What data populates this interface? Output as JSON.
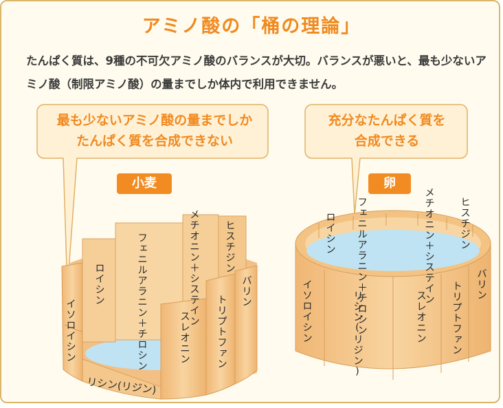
{
  "title": "アミノ酸の「桶の理論」",
  "lead": "たんぱく質は、9種の不可欠アミノ酸のバランスが大切。バランスが悪いと、最も少ないアミノ酸（制限アミノ酸）の量までしか体内で利用できません。",
  "bubble_left": "最も少ないアミノ酸の量までしか\nたんぱく質を合成できない",
  "bubble_right": "充分なたんぱく質を\n合成できる",
  "wheat": {
    "label": "小麦",
    "staves": {
      "isoleucine": "イソロイシン",
      "leucine": "ロイシン",
      "phenylalanine_tyrosine": "フェニルアラニン＋チロシン",
      "methionine_cysteine": "メチオニン＋システイン",
      "histidine": "ヒスチジン",
      "valine": "バリン",
      "tryptophan": "トリプトファン",
      "threonine": "スレオニン",
      "lysine": "リシン(リジン)"
    }
  },
  "egg": {
    "label": "卵",
    "staves": {
      "isoleucine": "イソロイシン",
      "leucine": "ロイシン",
      "phenylalanine_tyrosine": "フェニルアラニン＋チロシン",
      "methionine_cysteine": "メチオニン＋システイン",
      "histidine": "ヒスチジン",
      "valine": "バリン",
      "tryptophan": "トリプトファン",
      "threonine": "スレオニン",
      "lysine": "リシン(リジン)"
    }
  },
  "colors": {
    "accent": "#f08a20",
    "wood": "#f5c98d",
    "wood_dark": "#e3a866",
    "water": "#bfe3f2",
    "bubble_fill": "#fff1d6"
  }
}
